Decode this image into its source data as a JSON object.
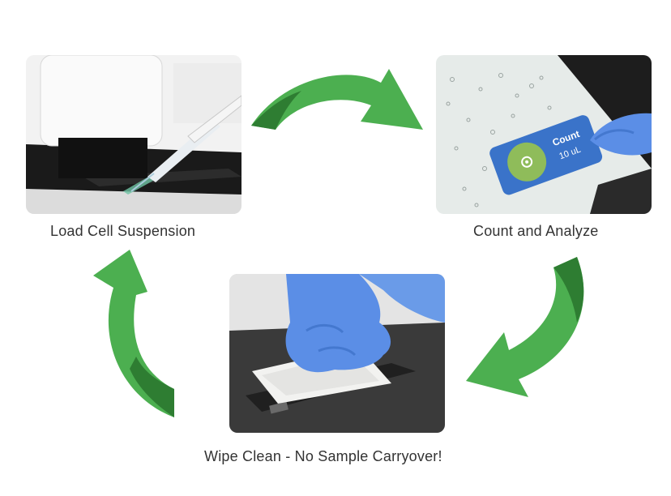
{
  "steps": [
    {
      "caption": "Load Cell Suspension",
      "icon": "pipette-loading-photo"
    },
    {
      "caption": "Count and Analyze",
      "icon": "touchscreen-count-photo"
    },
    {
      "caption": "Wipe Clean - No Sample Carryover!",
      "icon": "gloved-hand-wiping-photo"
    }
  ],
  "screen_overlay": {
    "label": "Count",
    "volume": "10 uL"
  },
  "colors": {
    "arrow_light": "#4caf50",
    "arrow_dark": "#2e7d32",
    "button_blue": "#3a73c9",
    "glove_blue": "#5b8ee6"
  }
}
